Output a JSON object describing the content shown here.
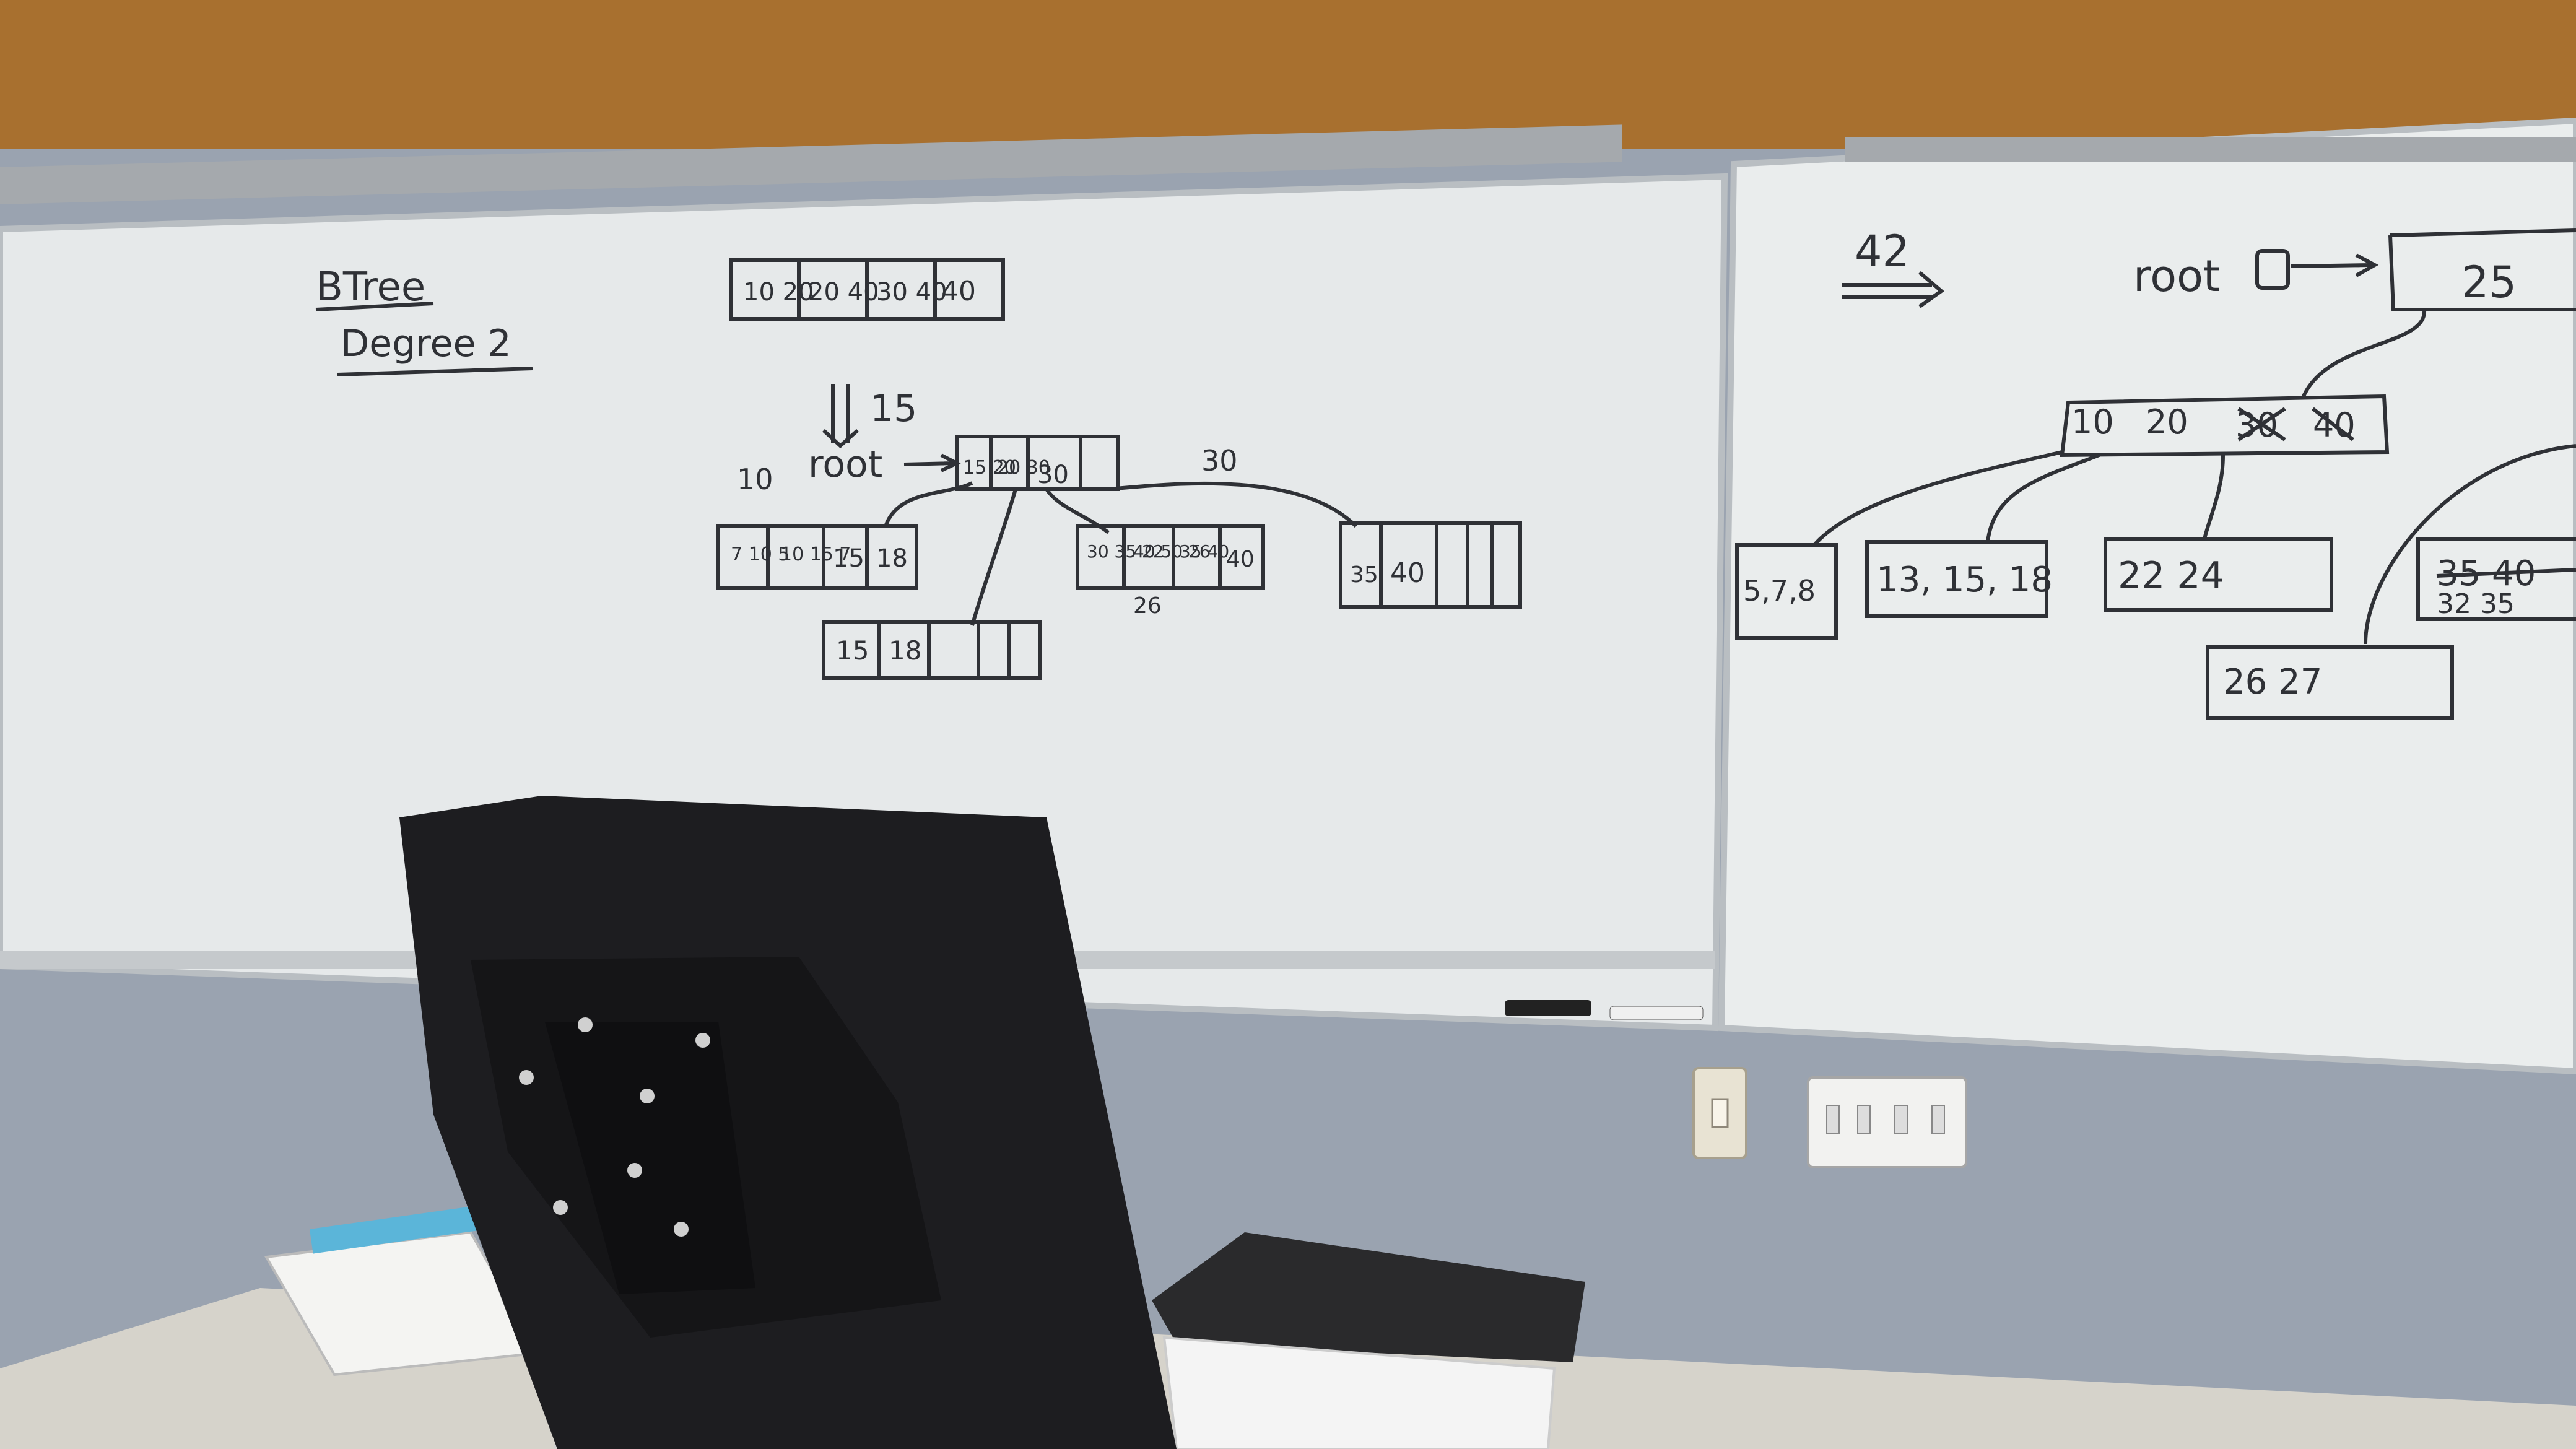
{
  "colors": {
    "wall_top": "#a8702f",
    "wall": "#9aa3b0",
    "board": "#e9ecec",
    "ink": "#2f3136",
    "monitor": "#1c1c1e",
    "desk": "#d8d6cf"
  },
  "left_board": {
    "title": "BTree",
    "subtitle": "Degree 2",
    "top_node_cells": [
      "10\n20",
      "20\n40",
      "30\n40",
      "40"
    ],
    "insert_label": "15",
    "insert_left_label": "10",
    "root_label": "root",
    "root_node_cells": [
      "15\n20",
      "20\n30",
      "30"
    ],
    "right_pointer_label": "30",
    "child_nodes": [
      {
        "cells": [
          "7\n10\n5",
          "10\n15\n7",
          "15",
          "18"
        ]
      },
      {
        "cells": [
          "30\n35\n22",
          "40\n50\n26",
          "35\n40",
          "40"
        ]
      },
      {
        "cells": [
          "35",
          "40"
        ]
      },
      {
        "cells": [
          "15",
          "18"
        ]
      }
    ],
    "below_label": "26"
  },
  "right_board": {
    "insert_label": "42",
    "root_label": "root",
    "root_node_value": "25",
    "middle_node": [
      "10",
      "20",
      "30",
      "40"
    ],
    "leaf_nodes": [
      "5,7,8",
      "13, 15, 18",
      "22 24",
      "35 40",
      "32 35"
    ],
    "bottom_node": "26 27"
  },
  "icons": [
    "monitor-back-icon",
    "light-switch-icon",
    "quad-switch-plate-icon",
    "binder-icon",
    "paper-stack-icon",
    "keyboard-icon",
    "cable-icon",
    "marker-tray-icon"
  ]
}
